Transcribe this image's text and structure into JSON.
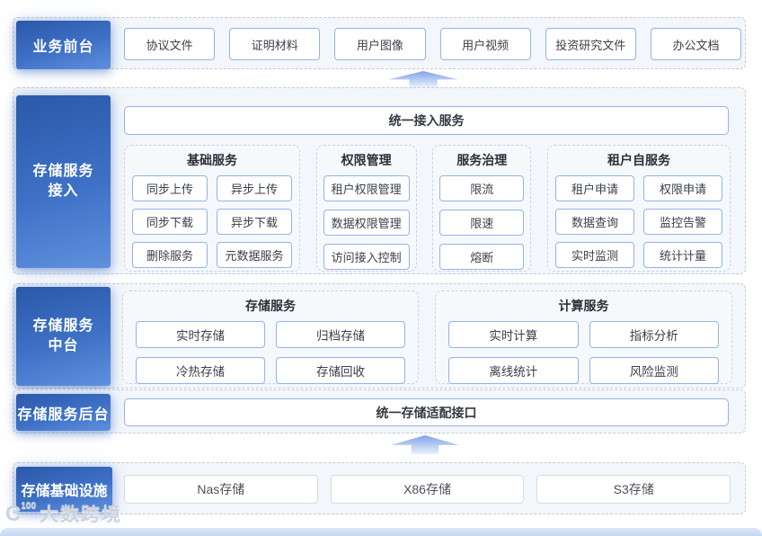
{
  "colors": {
    "label_gradient_start": "#2b58a9",
    "label_gradient_end": "#6b9ae6",
    "node_border": "#91b4e8",
    "infra_border": "#d5dbe3",
    "dashed_border": "#c7ccd5",
    "arrow_fill": "#7fa3e8",
    "footer_strip": "#c3d7f2"
  },
  "sections": [
    {
      "label": "业务前台",
      "items": [
        "协议文件",
        "证明材料",
        "用户图像",
        "用户视频",
        "投资研究文件",
        "办公文档"
      ]
    },
    {
      "label": "存储服务接入",
      "bar": "统一接入服务",
      "groups": [
        {
          "title": "基础服务",
          "items": [
            "同步上传",
            "异步上传",
            "同步下载",
            "异步下载",
            "删除服务",
            "元数据服务"
          ]
        },
        {
          "title": "权限管理",
          "items": [
            "租户权限管理",
            "数据权限管理",
            "访问接入控制"
          ]
        },
        {
          "title": "服务治理",
          "items": [
            "限流",
            "限速",
            "熔断"
          ]
        },
        {
          "title": "租户自服务",
          "items": [
            "租户申请",
            "权限申请",
            "数据查询",
            "监控告警",
            "实时监测",
            "统计计量"
          ]
        }
      ]
    },
    {
      "label": "存储服务中台",
      "groups": [
        {
          "title": "存储服务",
          "items": [
            "实时存储",
            "归档存储",
            "冷热存储",
            "存储回收"
          ]
        },
        {
          "title": "计算服务",
          "items": [
            "实时计算",
            "指标分析",
            "离线统计",
            "风险监测"
          ]
        }
      ]
    },
    {
      "label": "存储服务后台",
      "bar": "统一存储适配接口"
    },
    {
      "label": "存储基础设施",
      "items": [
        "Nas存储",
        "X86存储",
        "S3存储"
      ]
    }
  ],
  "watermark": {
    "logo_main": "C",
    "logo_sup": "100",
    "text": "大数跨境"
  }
}
